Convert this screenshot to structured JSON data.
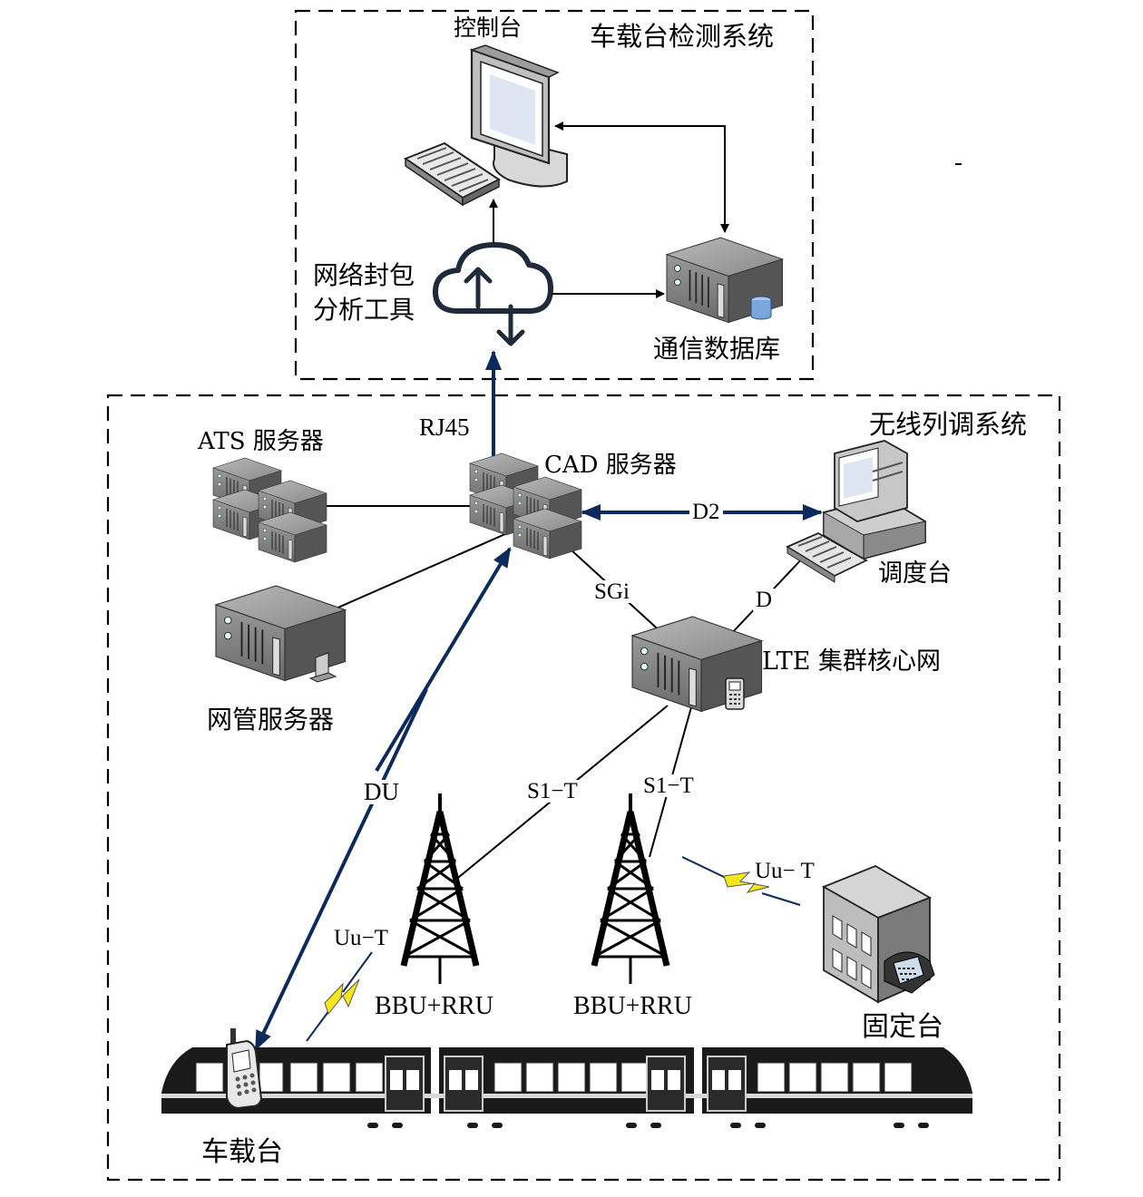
{
  "detection_system": {
    "title": "车载台检测系统",
    "console_label": "控制台",
    "packet_tool_label_line1": "网络封包",
    "packet_tool_label_line2": "分析工具",
    "database_label": "通信数据库"
  },
  "dispatch_system": {
    "title": "无线列调系统",
    "ats_server_label": "ATS 服务器",
    "cad_server_label": "CAD 服务器",
    "nms_server_label": "网管服务器",
    "dispatch_console_label": "调度台",
    "lte_core_label": "LTE 集群核心网",
    "bts_label_1": "BBU+RRU",
    "bts_label_2": "BBU+RRU",
    "fixed_station_label": "固定台",
    "onboard_label": "车载台"
  },
  "links": {
    "rj45": "RJ45",
    "d2": "D2",
    "sgi": "SGi",
    "d": "D",
    "du": "DU",
    "s1t_1": "S1−T",
    "s1t_2": "S1−T",
    "uut_1": "Uu−T",
    "uut_2": "Uu− T"
  },
  "colors": {
    "link_blue": "#0d2a5c",
    "lightning_yellow": "#f4e81c",
    "server_grey": "#7c7c7c"
  }
}
